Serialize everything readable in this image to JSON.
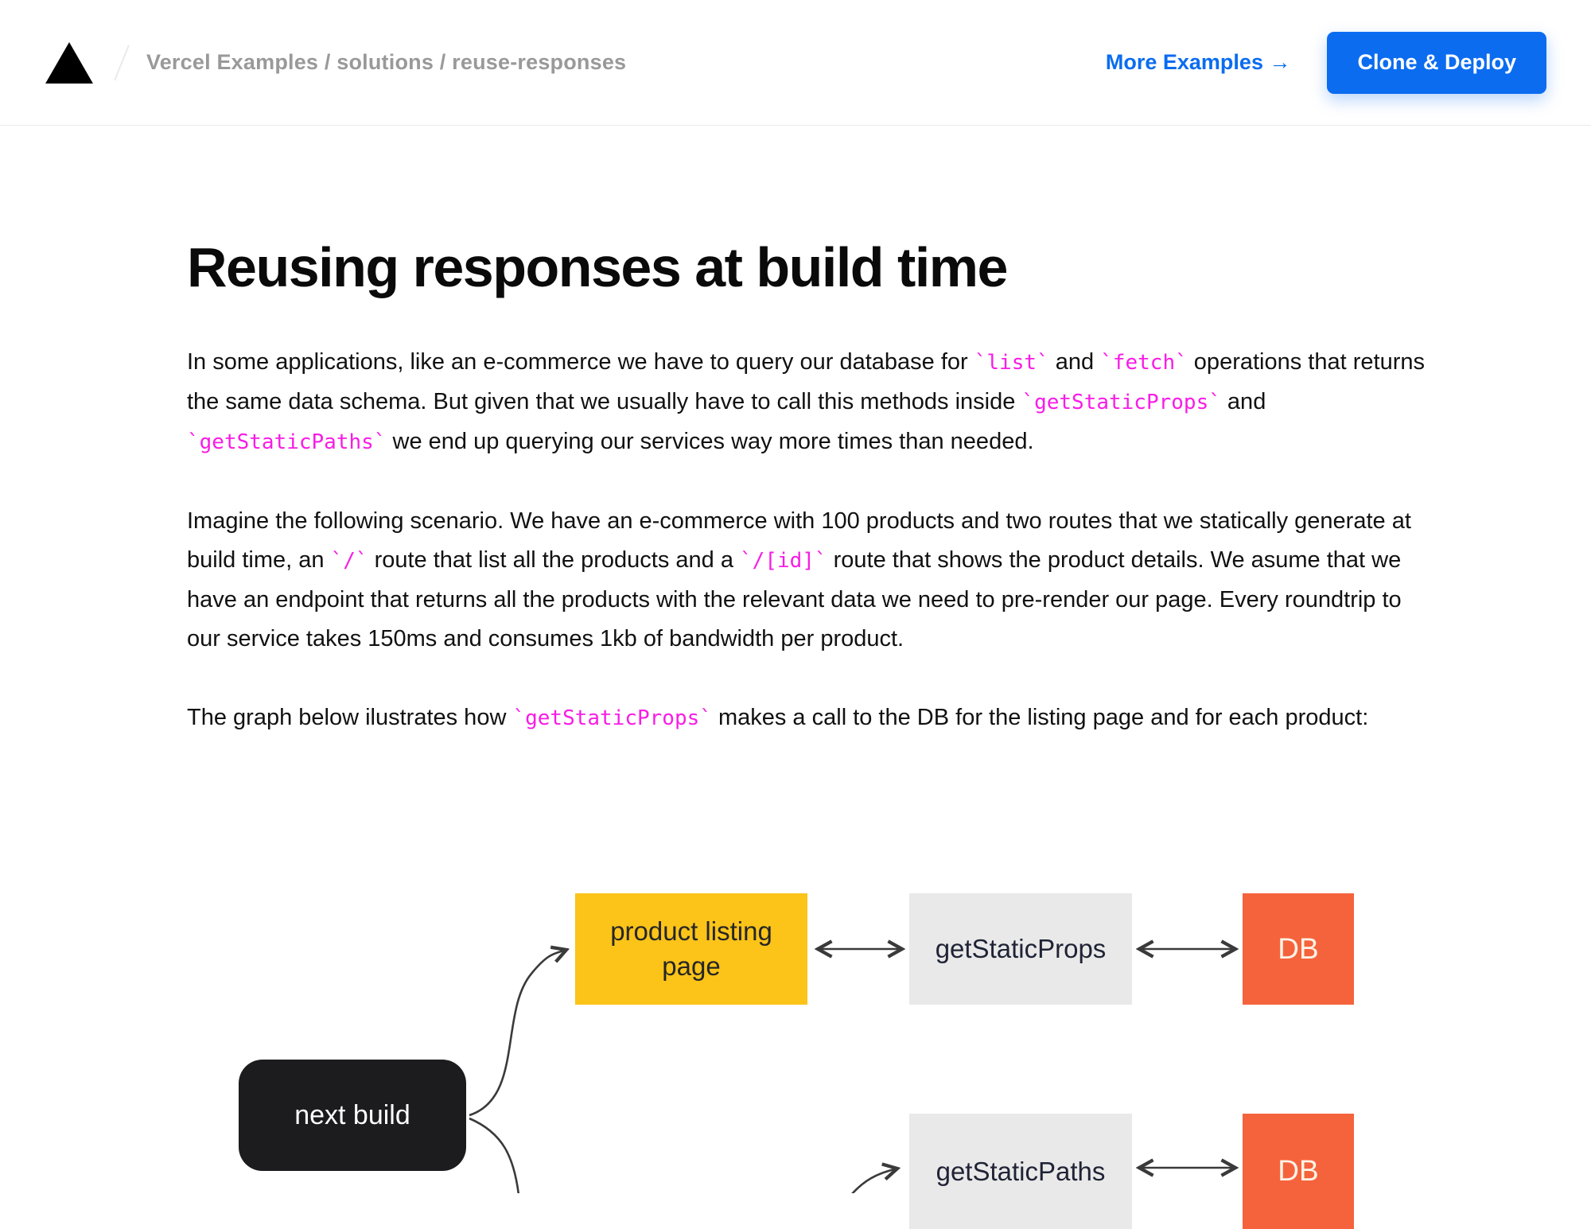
{
  "page": {
    "title": "Reusing responses at build time",
    "background_color": "#ffffff"
  },
  "colors": {
    "accent_blue": "#0b6cf0",
    "code_pink": "#f81ce5",
    "breadcrumb_gray": "#999999",
    "diagram_yellow": "#fcc419",
    "diagram_orange": "#f5633c",
    "diagram_gray": "#e9e9e9",
    "diagram_black": "#1c1c1e",
    "arrow_stroke": "#3a3a3a"
  },
  "header": {
    "logo_icon": "vercel-triangle-icon",
    "breadcrumb": "Vercel Examples / solutions / reuse-responses",
    "more_examples_label": "More Examples →",
    "clone_deploy_label": "Clone & Deploy"
  },
  "article": {
    "heading": "Reusing responses at build time",
    "paragraphs": [
      {
        "segments": [
          {
            "text": "In some applications, like an e-commerce we have to query our database for "
          },
          {
            "text": "`list`",
            "code": true
          },
          {
            "text": " and "
          },
          {
            "text": "`fetch`",
            "code": true
          },
          {
            "text": " operations that returns the same data schema. But given that we usually have to call this methods inside "
          },
          {
            "text": "`getStaticProps`",
            "code": true
          },
          {
            "text": " and "
          },
          {
            "text": "`getStaticPaths`",
            "code": true
          },
          {
            "text": " we end up querying our services way more times than needed."
          }
        ]
      },
      {
        "segments": [
          {
            "text": "Imagine the following scenario. We have an e-commerce with 100 products and two routes that we statically generate at build time, an "
          },
          {
            "text": "`/`",
            "code": true
          },
          {
            "text": " route that list all the products and a "
          },
          {
            "text": "`/[id]`",
            "code": true
          },
          {
            "text": " route that shows the product details. We asume that we have an endpoint that returns all the products with the relevant data we need to pre-render our page. Every roundtrip to our service takes 150ms and consumes 1kb of bandwidth per product."
          }
        ]
      },
      {
        "segments": [
          {
            "text": "The graph below ilustrates how "
          },
          {
            "text": "`getStaticProps`",
            "code": true
          },
          {
            "text": " makes a call to the DB for the listing page and for each product:"
          }
        ]
      }
    ]
  },
  "diagram": {
    "description": "next build flow: build calls listing page and paths, which talk to getStaticProps/getStaticPaths and the DB",
    "nodes": [
      {
        "id": "next-build",
        "label_lines": [
          "next build"
        ],
        "fill": "#1c1c1e",
        "text_color": "#ffffff"
      },
      {
        "id": "product-listing-page",
        "label_lines": [
          "product listing",
          "page"
        ],
        "fill": "#fcc419",
        "text_color": "#262626"
      },
      {
        "id": "get-static-props",
        "label_lines": [
          "getStaticProps"
        ],
        "fill": "#e9e9e9",
        "text_color": "#1f2335"
      },
      {
        "id": "db-top",
        "label_lines": [
          "DB"
        ],
        "fill": "#f5633c",
        "text_color": "#fdf3e7"
      },
      {
        "id": "get-static-paths",
        "label_lines": [
          "getStaticPaths"
        ],
        "fill": "#e9e9e9",
        "text_color": "#1f2335"
      },
      {
        "id": "db-bottom",
        "label_lines": [
          "DB"
        ],
        "fill": "#f5633c",
        "text_color": "#fdf3e7"
      }
    ]
  }
}
